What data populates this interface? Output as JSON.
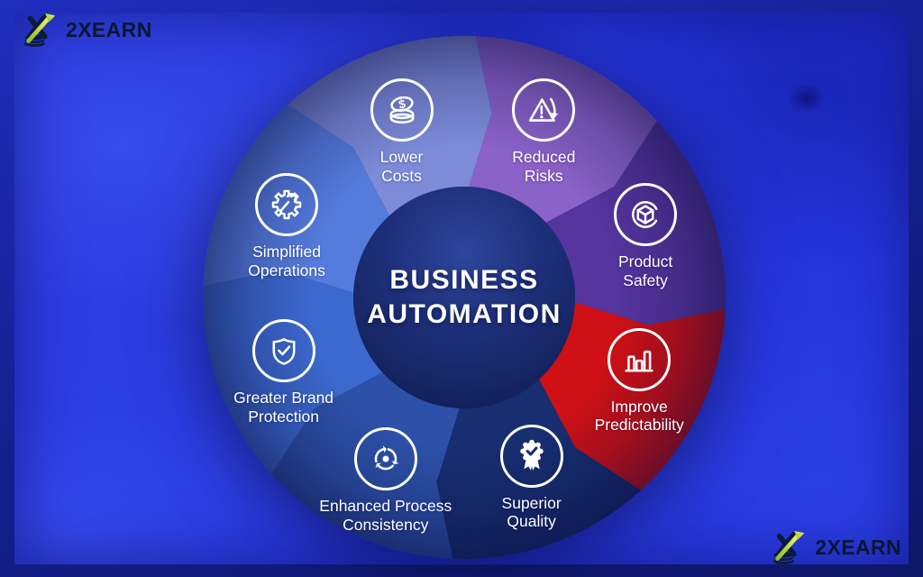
{
  "brand": {
    "name": "2XEARN",
    "text_color": "#0b1733",
    "arrow_gradient_start": "#8fbe2a",
    "arrow_gradient_end": "#eef263",
    "coin_color": "#0c1a40"
  },
  "background": {
    "panel_color": "#2635dc",
    "frame_color": "#152092"
  },
  "diagram": {
    "center": {
      "title_line1": "BUSINESS",
      "title_line2": "AUTOMATION",
      "text_color": "#ffffff",
      "color_top": "#2e459c",
      "color_mid": "#1d2f79",
      "color_bottom": "#101d52"
    },
    "label_color": "#ffffff",
    "segments": [
      {
        "name": "lower-costs",
        "label_lines": [
          "Lower",
          "Costs"
        ],
        "icon": "coins-icon",
        "color": "#7d8bd9"
      },
      {
        "name": "reduced-risks",
        "label_lines": [
          "Reduced",
          "Risks"
        ],
        "icon": "warning-arrow-icon",
        "color": "#8a62c8"
      },
      {
        "name": "product-safety",
        "label_lines": [
          "Product",
          "Safety"
        ],
        "icon": "cube-icon",
        "color": "#56359f"
      },
      {
        "name": "improve-predictability",
        "label_lines": [
          "Improve",
          "Predictability"
        ],
        "icon": "bar-chart-icon",
        "color": "#cf1015"
      },
      {
        "name": "superior-quality",
        "label_lines": [
          "Superior",
          "Quality"
        ],
        "icon": "award-ribbon-icon",
        "color": "#172e70"
      },
      {
        "name": "enhanced-process-consistency",
        "label_lines": [
          "Enhanced Process",
          "Consistency"
        ],
        "icon": "cycle-arrows-icon",
        "color": "#2d51a8"
      },
      {
        "name": "greater-brand-protection",
        "label_lines": [
          "Greater Brand",
          "Protection"
        ],
        "icon": "shield-check-icon",
        "color": "#3c69ce"
      },
      {
        "name": "simplified-operations",
        "label_lines": [
          "Simplified",
          "Operations"
        ],
        "icon": "gear-wrench-icon",
        "color": "#557cdd"
      }
    ]
  }
}
